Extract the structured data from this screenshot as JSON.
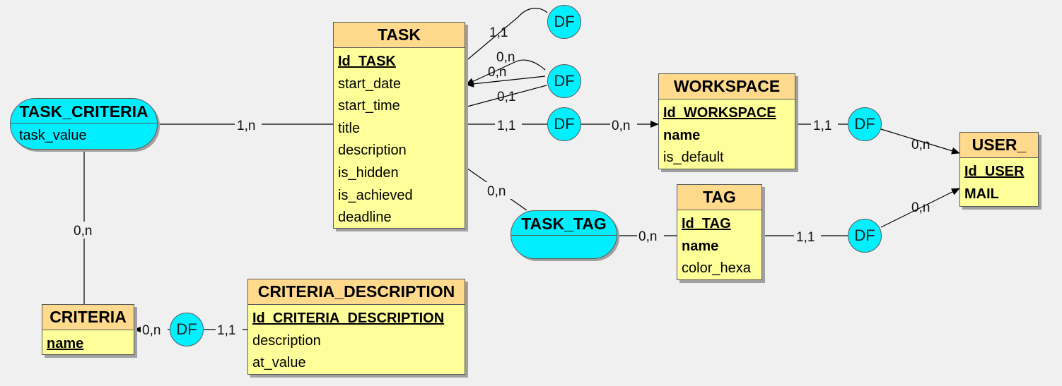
{
  "entities": {
    "task": {
      "title": "TASK",
      "attrs": [
        "Id_TASK",
        "start_date",
        "start_time",
        "title",
        "description",
        "is_hidden",
        "is_achieved",
        "deadline"
      ]
    },
    "workspace": {
      "title": "WORKSPACE",
      "attrs": [
        "Id_WORKSPACE",
        "name",
        "is_default"
      ]
    },
    "user": {
      "title": "USER_",
      "attrs": [
        "Id_USER",
        "MAIL"
      ]
    },
    "tag": {
      "title": "TAG",
      "attrs": [
        "Id_TAG",
        "name",
        "color_hexa"
      ]
    },
    "criteria": {
      "title": "CRITERIA",
      "attrs": [
        "name"
      ]
    },
    "criteria_description": {
      "title": "CRITERIA_DESCRIPTION",
      "attrs": [
        "Id_CRITERIA_DESCRIPTION",
        "description",
        "at_value"
      ]
    }
  },
  "associations": {
    "task_criteria": {
      "title": "TASK_CRITERIA",
      "attrs": [
        "task_value"
      ]
    },
    "task_tag": {
      "title": "TASK_TAG",
      "attrs": []
    }
  },
  "df_label": "DF",
  "cardinalities": {
    "task_criteria_task": "1,n",
    "task_criteria_criteria": "0,n",
    "task_tag_task": "0,n",
    "task_tag_tag": "0,n",
    "task_df1_task": "1,1",
    "task_df1_return": "0,n",
    "task_df2_task": "0,n",
    "task_df2_return": "0,1",
    "task_df3_task": "1,1",
    "task_df3_workspace": "0,n",
    "workspace_df_workspace": "1,1",
    "workspace_df_user": "0,n",
    "tag_df_tag": "1,1",
    "tag_df_user": "0,n",
    "criteria_df_criteria": "0,n",
    "criteria_df_description": "1,1"
  }
}
